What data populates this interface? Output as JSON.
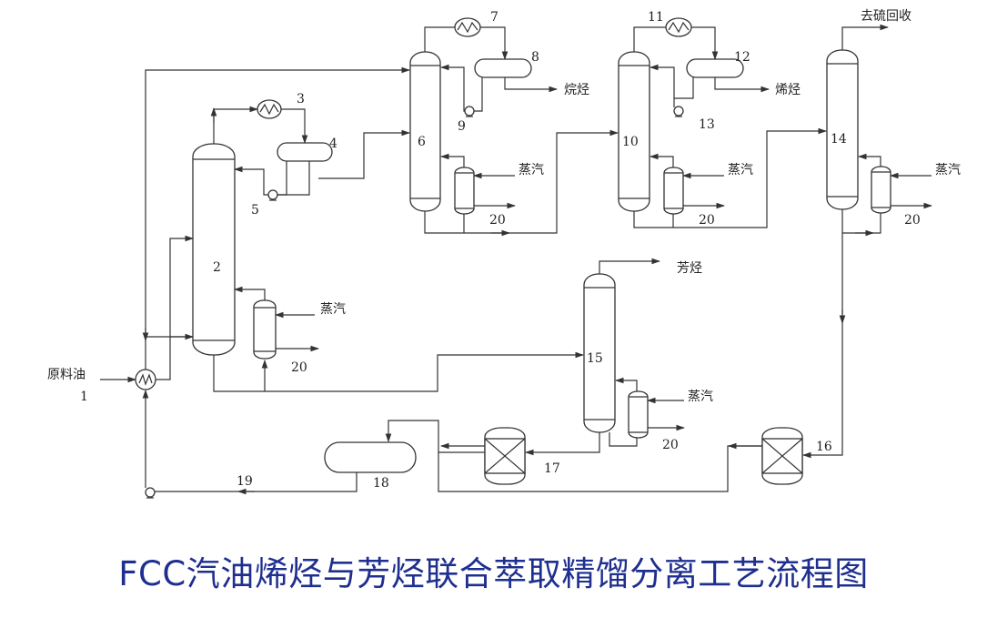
{
  "title": "FCC汽油烯烃与芳烃联合萃取精馏分离工艺流程图",
  "colors": {
    "line": "#333333",
    "title": "#1f2f8f",
    "text": "#222222"
  },
  "labels": {
    "feed": "原料油",
    "alkane": "烷烃",
    "olefin": "烯烃",
    "aromatic": "芳烃",
    "desulfur": "去硫回收",
    "steam": "蒸汽"
  },
  "numbers": {
    "n1": "1",
    "n2": "2",
    "n3": "3",
    "n4": "4",
    "n5": "5",
    "n6": "6",
    "n7": "7",
    "n8": "8",
    "n9": "9",
    "n10": "10",
    "n11": "11",
    "n12": "12",
    "n13": "13",
    "n14": "14",
    "n15": "15",
    "n16": "16",
    "n17": "17",
    "n18": "18",
    "n19": "19",
    "n20": "20"
  }
}
